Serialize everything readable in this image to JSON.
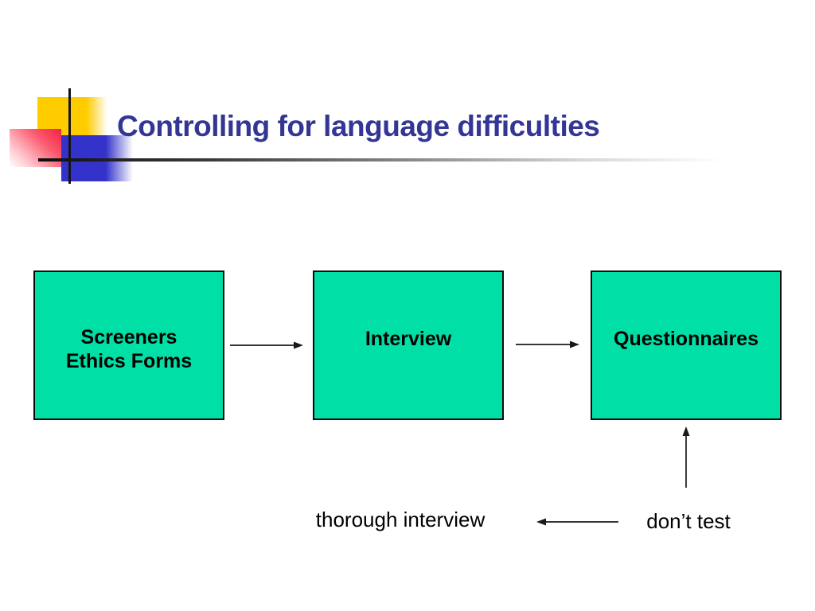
{
  "slide": {
    "title": "Controlling for language difficulties"
  },
  "boxes": [
    {
      "name": "screeners-ethics-forms",
      "lines": [
        "Screeners",
        "Ethics Forms"
      ]
    },
    {
      "name": "interview",
      "lines": [
        "Interview"
      ]
    },
    {
      "name": "questionnaires",
      "lines": [
        "Questionnaires"
      ]
    }
  ],
  "annotations": {
    "thorough_interview": "thorough interview",
    "dont_test": "don’t test"
  },
  "colors": {
    "title_text": "#343695",
    "box_fill": "#00dfa5",
    "box_border": "#0a0a0a",
    "deco_yellow": "#ffcc00",
    "deco_blue": "#3333cc",
    "deco_pink": "#f32046",
    "arrow": "#1a1a1a"
  }
}
